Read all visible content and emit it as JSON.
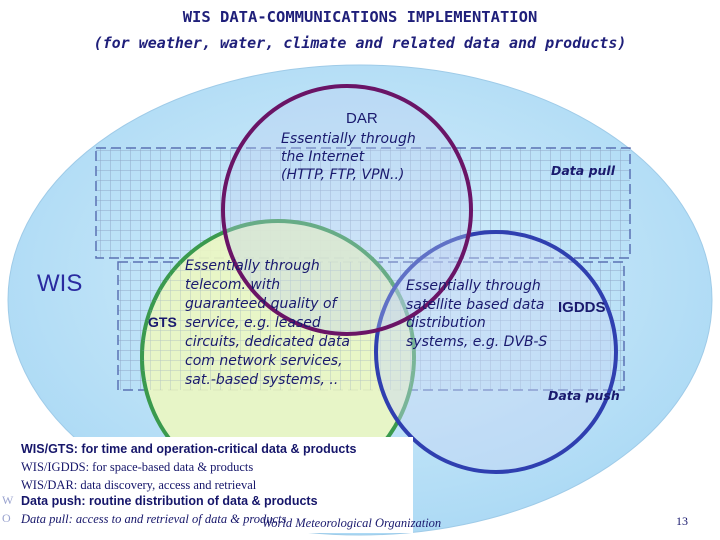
{
  "title": "WIS DATA-COMMUNICATIONS IMPLEMENTATION",
  "subtitle": "(for weather, water, climate and related data and products)",
  "wis_label": "WIS",
  "dar": {
    "label": "DAR",
    "lines": [
      "Essentially through",
      "the Internet",
      "(HTTP, FTP, VPN..)"
    ]
  },
  "data_pull": "Data pull",
  "data_push": "Data push",
  "gts": {
    "label": "GTS",
    "lines": [
      "Essentially through",
      "telecom. with",
      "guaranteed quality of",
      "service, e.g. leased",
      "circuits, dedicated data",
      "com network services,",
      "sat.-based systems, .."
    ]
  },
  "igdds": {
    "label": "IGDDS",
    "lines": [
      "Essentially through",
      "satellite based data",
      "distribution",
      "systems, e.g. DVB-S"
    ]
  },
  "legend": [
    "WIS/GTS: for time and operation-critical data & products",
    "WIS/IGDDS: for space-based data & products",
    "WIS/DAR: data discovery, access and retrieval",
    "Data push: routine distribution of data & products",
    "Data pull: access to and retrieval of data & products"
  ],
  "footer_org": "World Meteorological Organization",
  "page_number": "13",
  "side_marks": [
    "W",
    "O"
  ],
  "colors": {
    "wis_fill": "#b7dff7",
    "dar_circle": "#6a1466",
    "gts_circle": "#3a9a4e",
    "igdds_circle": "#2f3fb0",
    "gts_fill": "#eaf6c2",
    "grid_line": "#7e94b6",
    "text": "#1a1a6e"
  }
}
